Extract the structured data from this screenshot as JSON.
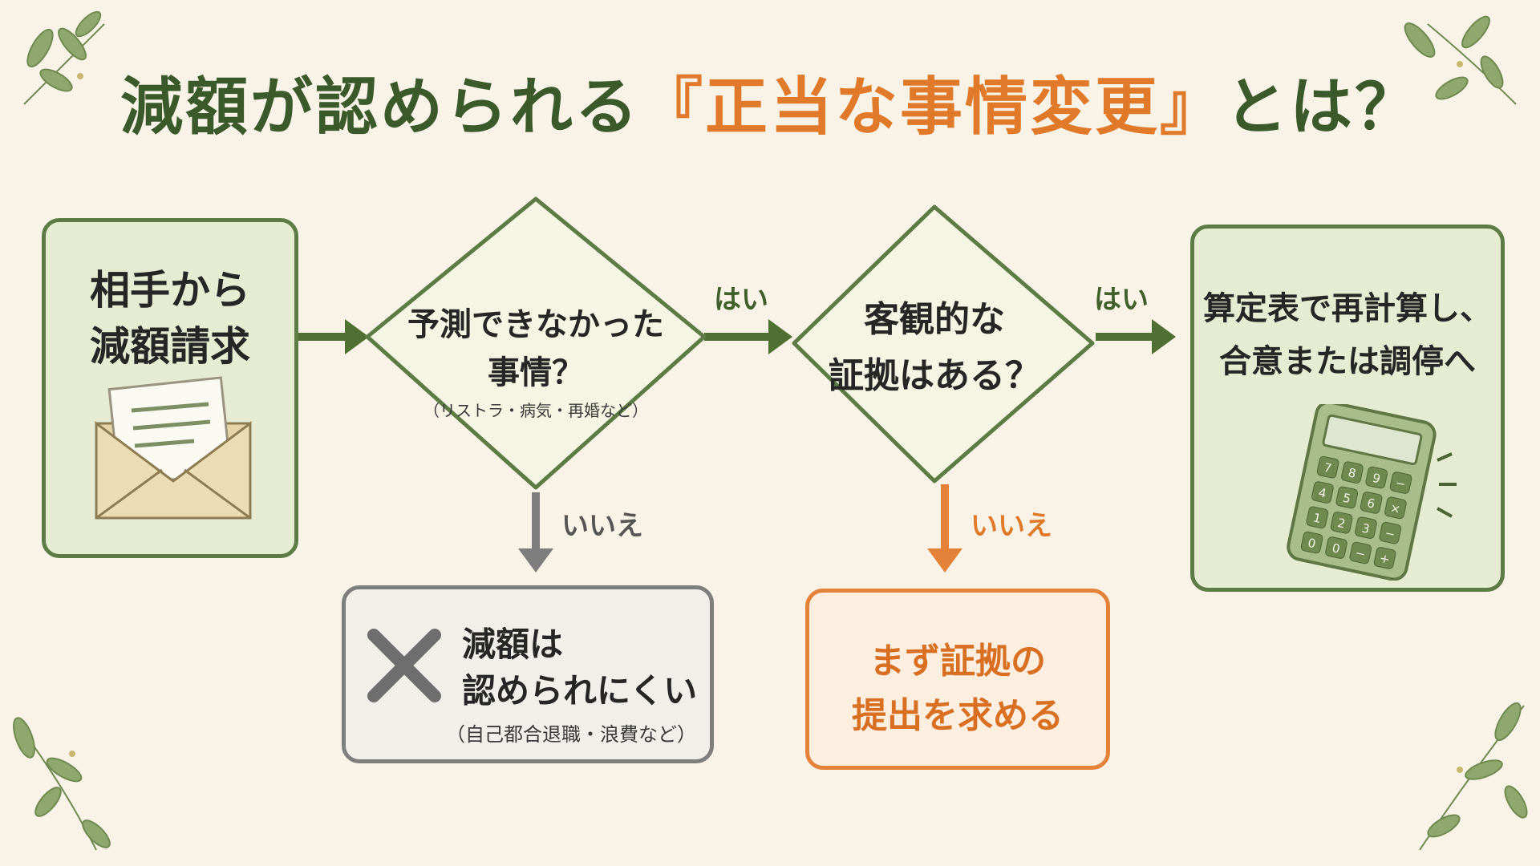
{
  "title": {
    "prefix": "減額が認められる",
    "highlight": "『正当な事情変更』",
    "suffix": "とは？"
  },
  "start_box": {
    "line1": "相手から",
    "line2": "減額請求"
  },
  "decision1": {
    "line1": "予測できなかった",
    "line2": "事情？",
    "note": "（リストラ・病気・再婚など）"
  },
  "decision2": {
    "line1": "客観的な",
    "line2": "証拠はある？"
  },
  "result_yes": {
    "line1": "算定表で再計算し、",
    "line2": "合意または調停へ"
  },
  "result_no1": {
    "line1": "減額は",
    "line2": "認められにくい",
    "note": "（自己都合退職・浪費など）"
  },
  "result_no2": {
    "line1": "まず証拠の",
    "line2": "提出を求める"
  },
  "labels": {
    "yes1": "はい",
    "yes2": "はい",
    "no1": "いいえ",
    "no2": "いいえ"
  },
  "calculator": {
    "keys": [
      "7",
      "8",
      "9",
      "−",
      "4",
      "5",
      "6",
      "×",
      "1",
      "2",
      "3",
      "−",
      "0",
      "0",
      "−",
      "+"
    ]
  },
  "colors": {
    "background": "#f8f3e6",
    "green": "#5d7b45",
    "dark_green": "#3b5a2c",
    "orange": "#e5823a",
    "gray": "#7e7e7e"
  }
}
